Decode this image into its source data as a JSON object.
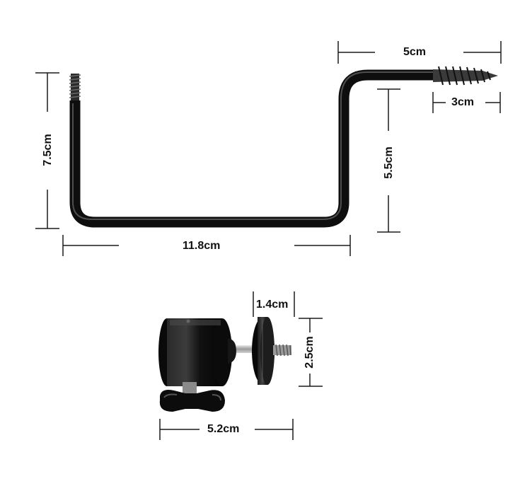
{
  "dimensions": {
    "hook_height": "7.5cm",
    "hook_width": "11.8cm",
    "hook_top_span": "5cm",
    "screw_length": "3cm",
    "hook_riser": "5.5cm",
    "stem_length": "1.4cm",
    "plate_diameter": "2.5cm",
    "head_width": "5.2cm"
  },
  "colors": {
    "metal": "#101010",
    "highlight": "#6a6a6a",
    "dimension_line": "#1a1a1a"
  }
}
